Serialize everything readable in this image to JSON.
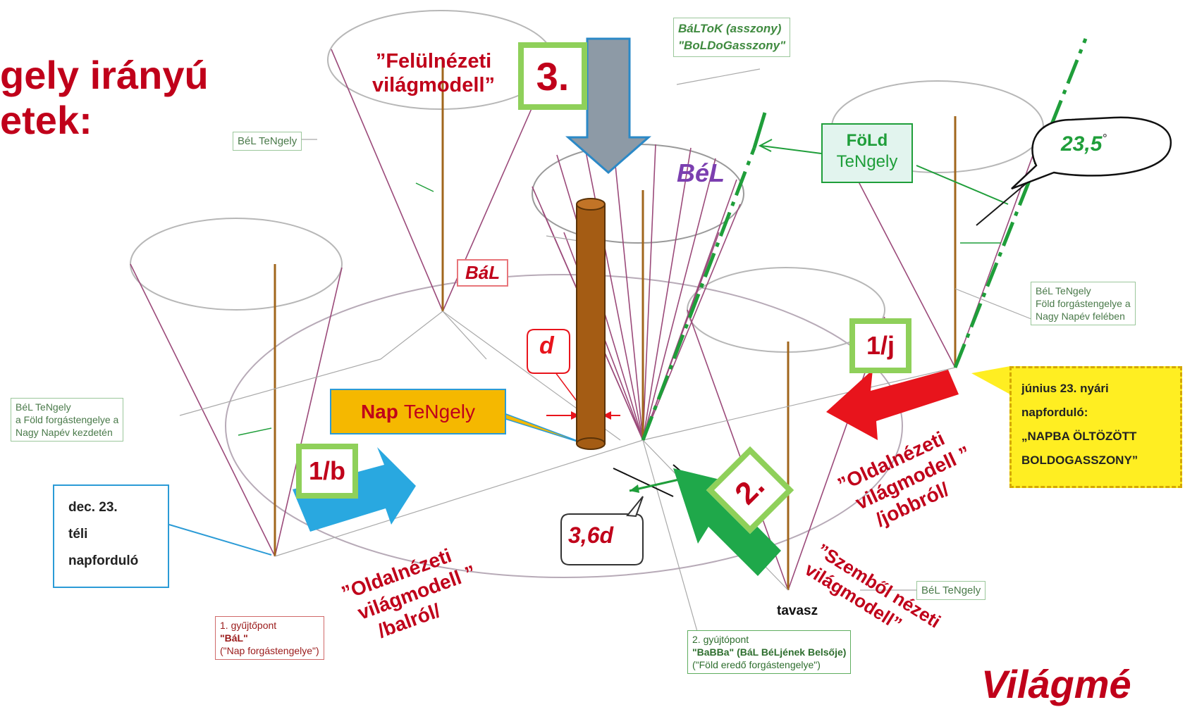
{
  "title": {
    "line1": "gely irányú",
    "line2": "etek:"
  },
  "top_model": {
    "label": "”Felülnézeti világmodell”",
    "number": "3."
  },
  "baltok_box": {
    "line1": "BáLToK (asszony)",
    "line2": "\"BoLDoGasszony\""
  },
  "bal_tengely_top": "BéL TeNgely",
  "fold_box": {
    "bold": "FöLd",
    "text": "TeNgely"
  },
  "angle_bubble": "23,5",
  "bel_label": "BéL",
  "bal_label": "BáL",
  "d_label": "d",
  "nap_box": {
    "bold": "Nap",
    "text": "TeNgely"
  },
  "ratio_label": "3,6d",
  "bel_tengely_right": {
    "line1": "BéL TeNgely",
    "line2": "Föld forgástengelye a",
    "line3": "Nagy Napév felében"
  },
  "bel_tengely_left": {
    "line1": "BéL TeNgely",
    "line2": "a Föld forgástengelye a",
    "line3": "Nagy Napév kezdetén"
  },
  "bel_tengely_bottom": "BéL TeNgely",
  "june_box": {
    "line1": "június 23. nyári",
    "line2": "napforduló:",
    "line3": "„NAPBA ÖLTÖZÖTT",
    "line4": "BOLDOGASSZONY”"
  },
  "dec_box": {
    "line1": "dec. 23.",
    "line2": "téli",
    "line3": "napforduló"
  },
  "focus1": {
    "line1": "1. gyűjtőpont",
    "line2": "\"BáL\"",
    "line3": "(\"Nap forgástengelye\")"
  },
  "focus2": {
    "line1": "2. gyújtópont",
    "line2": "\"BaBBa\" (BáL BéLjének Belsője)",
    "line3": "(\"Föld eredő forgástengelye\")"
  },
  "label_1b": "1/b",
  "label_1j": "1/j",
  "label_2": "2.",
  "left_model": {
    "line1": "”Oldalnézeti",
    "line2": "világmodell ”",
    "line3": "/balról/"
  },
  "right_model": {
    "line1": "”Oldalnézeti",
    "line2": "világmodell ”",
    "line3": "/jobbról/"
  },
  "front_model": {
    "line1": "”Szemből nézeti",
    "line2": "világmodell”"
  },
  "tavasz": "tavasz",
  "bottom_right_title": "Világmé",
  "colors": {
    "title_red": "#c0001a",
    "green_square": "#8fd05a",
    "axis_green": "#1f9e3a",
    "arrow_blue": "#29a8e0",
    "arrow_red": "#e8141c",
    "arrow_green": "#1fa84a",
    "arrow_gray": "#8d9aa6",
    "sun_rod": "#a45c14",
    "nap_box": "#f5b800",
    "june_box": "#ffee22"
  }
}
